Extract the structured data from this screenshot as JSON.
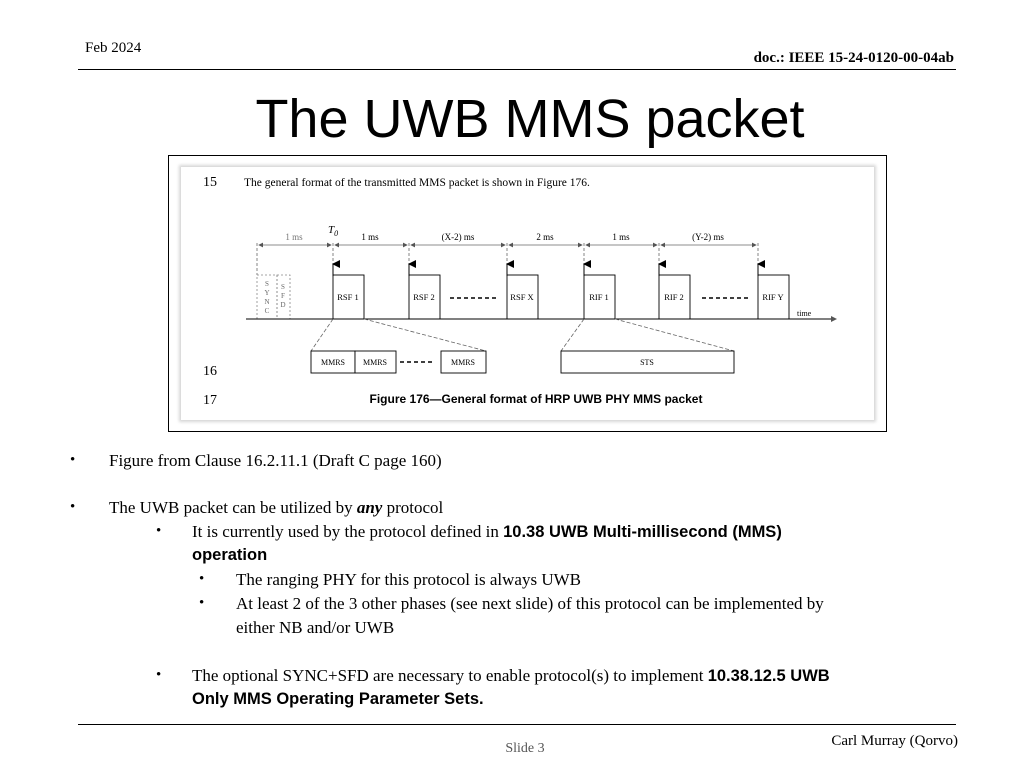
{
  "header": {
    "date": "Feb 2024",
    "doc": "doc.: IEEE 15-24-0120-00-04ab"
  },
  "title": "The UWB MMS packet",
  "figure": {
    "line15_num": "15",
    "line15_text": "The general format of the transmitted MMS packet is shown in Figure 176.",
    "line16_num": "16",
    "line17_num": "17",
    "caption": "Figure 176—General format of HRP UWB PHY MMS packet",
    "t0": "T",
    "t0_sub": "0",
    "durations": [
      "1 ms",
      "1 ms",
      "(X-2) ms",
      "2 ms",
      "1 ms",
      "(Y-2) ms"
    ],
    "sync_letters": [
      "S",
      "Y",
      "N",
      "C"
    ],
    "sfd_letters": [
      "S",
      "F",
      "D"
    ],
    "boxes": [
      "RSF 1",
      "RSF 2",
      "RSF X",
      "RIF 1",
      "RIF 2",
      "RIF Y"
    ],
    "time_label": "time",
    "mmrs": [
      "MMRS",
      "MMRS",
      "MMRS"
    ],
    "sts": "STS"
  },
  "bullets": {
    "b1": "Figure from Clause 16.2.11.1 (Draft C page 160)",
    "b2_pre": "The UWB packet can be utilized by ",
    "b2_em": "any",
    "b2_post": " protocol",
    "b3_pre": "It is currently used by the protocol defined in ",
    "b3_bold1": "10.38 UWB Multi-millisecond (MMS)",
    "b3_bold2": "operation",
    "b4": "The ranging PHY for this protocol is always UWB",
    "b5_l1": "At least 2 of the 3 other phases (see next slide) of this protocol can be implemented by",
    "b5_l2": "either NB and/or UWB",
    "b6_pre": "The optional SYNC+SFD are necessary to enable protocol(s) to implement ",
    "b6_bold1": "10.38.12.5 UWB",
    "b6_bold2": "Only MMS Operating Parameter Sets."
  },
  "footer": {
    "author": "Carl Murray (Qorvo)",
    "slide": "Slide 3"
  }
}
